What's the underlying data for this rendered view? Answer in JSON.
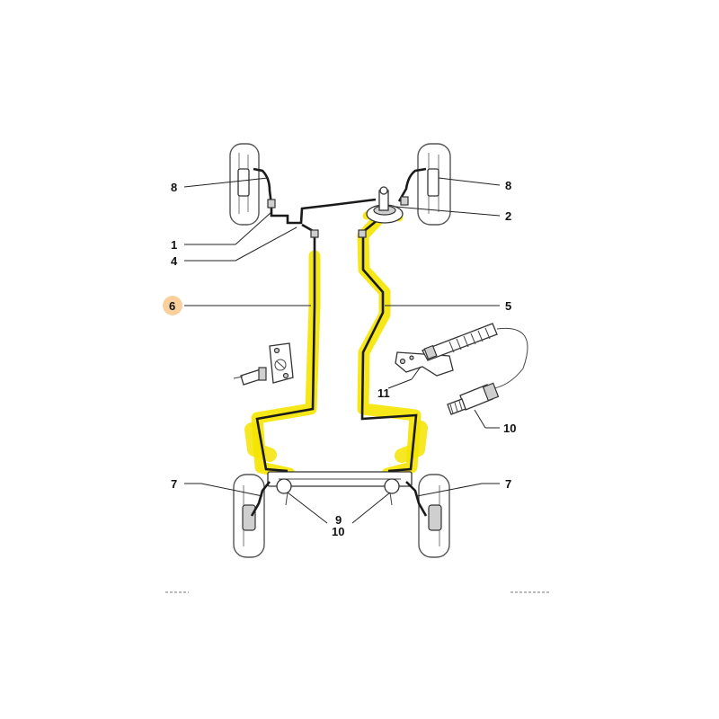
{
  "colors": {
    "highlight": "#f5e400",
    "marker": "#f9c98d",
    "pipe": "#1a1a1a"
  },
  "callouts": [
    {
      "id": "8-left",
      "text": "8"
    },
    {
      "id": "8-right",
      "text": "8"
    },
    {
      "id": "2",
      "text": "2"
    },
    {
      "id": "1",
      "text": "1"
    },
    {
      "id": "4",
      "text": "4"
    },
    {
      "id": "6",
      "text": "6"
    },
    {
      "id": "5",
      "text": "5"
    },
    {
      "id": "11",
      "text": "11"
    },
    {
      "id": "10-right",
      "text": "10"
    },
    {
      "id": "7-left",
      "text": "7"
    },
    {
      "id": "7-right",
      "text": "7"
    },
    {
      "id": "9",
      "text": "9"
    },
    {
      "id": "10-bottom",
      "text": "10"
    }
  ],
  "parts": [
    {
      "id": "wheel-front-left",
      "icon": "wheel-icon"
    },
    {
      "id": "wheel-front-right",
      "icon": "wheel-icon"
    },
    {
      "id": "wheel-rear-left",
      "icon": "wheel-icon"
    },
    {
      "id": "wheel-rear-right",
      "icon": "wheel-icon"
    },
    {
      "id": "brake-pressure-regulator",
      "icon": "regulator-icon"
    },
    {
      "id": "junction-bracket",
      "icon": "bracket-icon"
    },
    {
      "id": "flexible-hose",
      "icon": "hose-icon"
    },
    {
      "id": "bleed-union",
      "icon": "union-icon"
    }
  ]
}
